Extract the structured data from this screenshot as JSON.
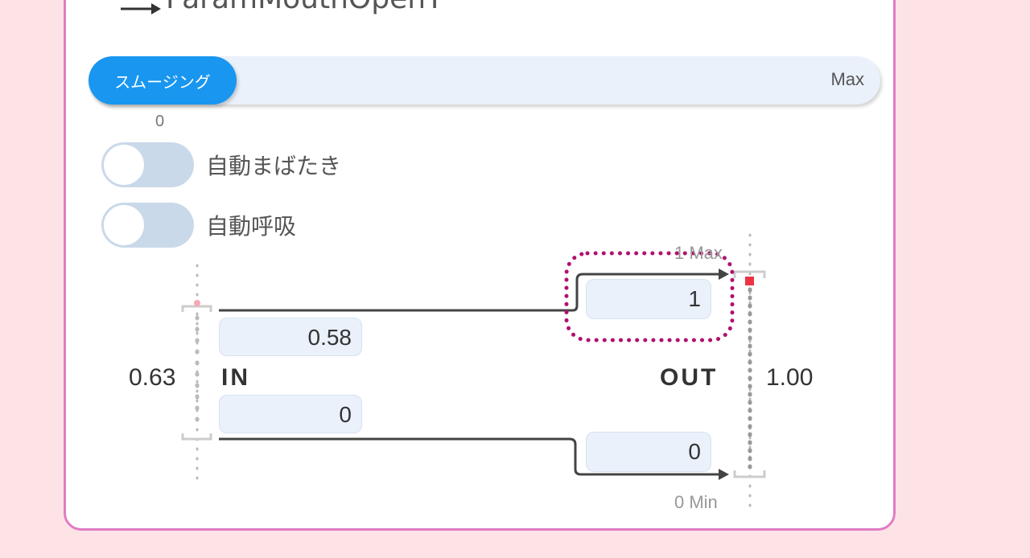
{
  "parameter": {
    "name": "ParamMouthOpenY"
  },
  "smoothing": {
    "label": "スムージング",
    "max_label": "Max",
    "value": "0"
  },
  "toggles": [
    {
      "label": "自動まばたき",
      "on": false
    },
    {
      "label": "自動呼吸",
      "on": false
    }
  ],
  "mapping": {
    "input_current": "0.63",
    "input_max": "0.58",
    "input_min": "0",
    "input_label": "IN",
    "output_label": "OUT",
    "output_current": "1.00",
    "output_max": "1",
    "output_min": "0",
    "top_axis_label": "1 Max",
    "bottom_axis_label": "0 Min"
  },
  "colors": {
    "card_border": "#e07cc4",
    "background": "#fde3e6",
    "slider_accent": "#1896f0",
    "highlight_dotted": "#b0116e",
    "indicator_red": "#ee3344"
  }
}
